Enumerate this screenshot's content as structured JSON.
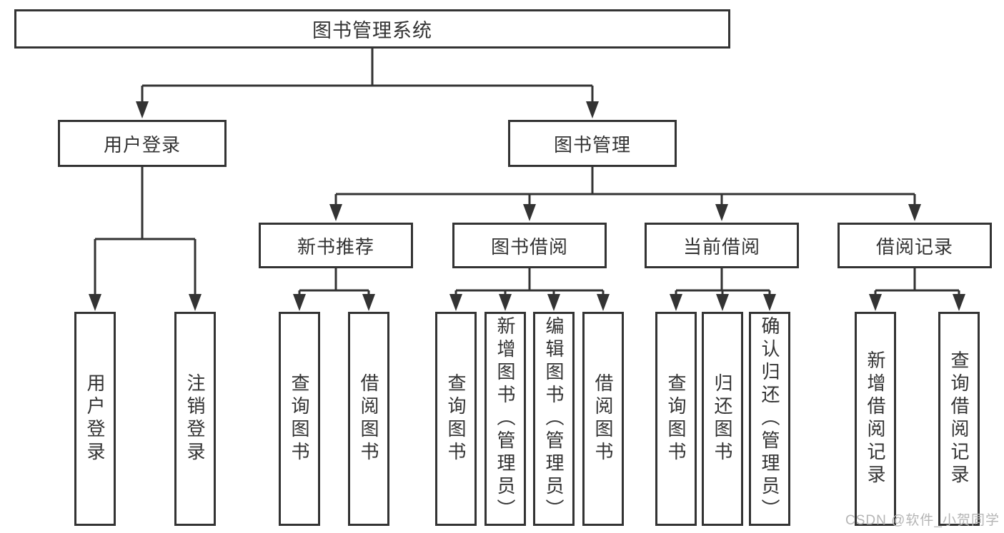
{
  "diagram": {
    "title": "图书管理系统",
    "branches": [
      {
        "label": "用户登录",
        "children": [
          "用户登录",
          "注销登录"
        ]
      },
      {
        "label": "图书管理",
        "sections": [
          {
            "label": "新书推荐",
            "children": [
              "查询图书",
              "借阅图书"
            ]
          },
          {
            "label": "图书借阅",
            "children": [
              "查询图书",
              "新增图书（管理员）",
              "编辑图书（管理员）",
              "借阅图书"
            ]
          },
          {
            "label": "当前借阅",
            "children": [
              "查询图书",
              "归还图书",
              "确认归还（管理员）"
            ]
          },
          {
            "label": "借阅记录",
            "children": [
              "新增借阅记录",
              "查询借阅记录"
            ]
          }
        ]
      }
    ]
  },
  "watermark": "CSDN @软件_小贺同学",
  "colors": {
    "line": "#333333",
    "node_border": "#333333",
    "text": "#333333",
    "watermark": "#b5b5b5",
    "background": "#ffffff"
  }
}
